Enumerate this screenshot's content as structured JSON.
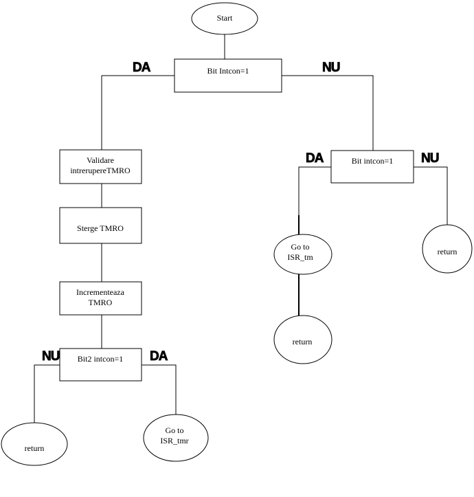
{
  "nodes": {
    "start": "Start",
    "decision1": "Bit Intcon=1",
    "validare_line1": "Validare",
    "validare_line2": "intrerupereTMRO",
    "sterge": "Sterge TMRO",
    "incrementeaza_line1": "Incrementeaza",
    "incrementeaza_line2": "TMRO",
    "decision3": "Bit2 intcon=1",
    "return_left": "return",
    "goto_tmr_line1": "Go to",
    "goto_tmr_line2": "ISR_tmr",
    "decision2": "Bit intcon=1",
    "goto_tm_line1": "Go to",
    "goto_tm_line2": "ISR_tm",
    "return_mid": "return",
    "return_right": "return"
  },
  "branch_labels": {
    "d1_yes": "DA",
    "d1_no": "NU",
    "d2_yes": "DA",
    "d2_no": "NU",
    "d3_no": "NU",
    "d3_yes": "DA"
  }
}
